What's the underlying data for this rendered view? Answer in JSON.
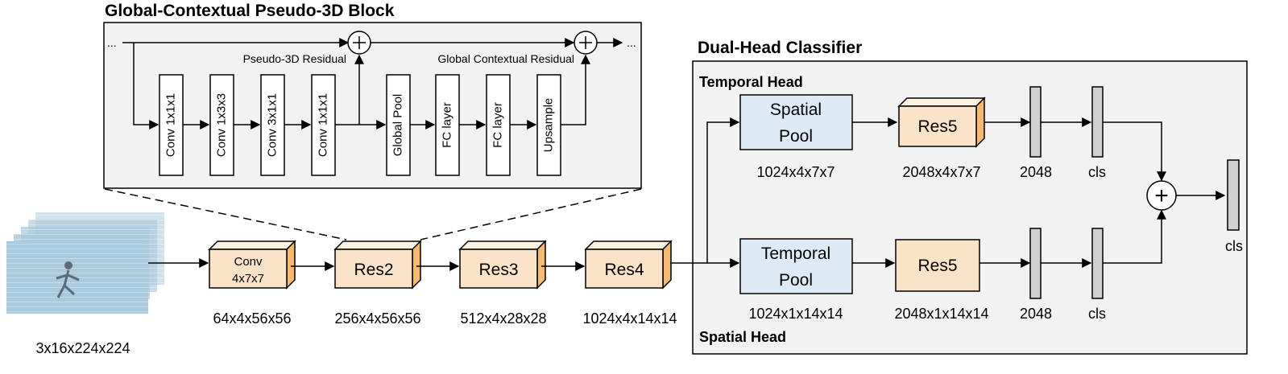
{
  "gcp_block": {
    "title": "Global-Contextual Pseudo-3D Block",
    "ellipsis_left": "...",
    "ellipsis_right": "...",
    "pseudo3d_residual_label": "Pseudo-3D Residual",
    "global_contextual_residual_label": "Global Contextual Residual",
    "layers": [
      "Conv 1x1x1",
      "Conv 1x3x3",
      "Conv 3x1x1",
      "Conv 1x1x1",
      "Global Pool",
      "FC layer",
      "FC layer",
      "Upsample"
    ]
  },
  "backbone": {
    "input_size": "3x16x224x224",
    "stages": [
      {
        "label_line1": "Conv",
        "label_line2": "4x7x7",
        "size": "64x4x56x56"
      },
      {
        "label_line1": "Res2",
        "label_line2": "",
        "size": "256x4x56x56"
      },
      {
        "label_line1": "Res3",
        "label_line2": "",
        "size": "512x4x28x28"
      },
      {
        "label_line1": "Res4",
        "label_line2": "",
        "size": "1024x4x14x14"
      }
    ]
  },
  "classifier": {
    "title": "Dual-Head Classifier",
    "temporal_head": {
      "title": "Temporal Head",
      "pool_line1": "Spatial",
      "pool_line2": "Pool",
      "pool_size": "1024x4x7x7",
      "res_label": "Res5",
      "res_size": "2048x4x7x7",
      "feat_size": "2048",
      "cls_label": "cls"
    },
    "spatial_head": {
      "title": "Spatial Head",
      "pool_line1": "Temporal",
      "pool_line2": "Pool",
      "pool_size": "1024x1x14x14",
      "res_label": "Res5",
      "res_size": "2048x1x14x14",
      "feat_size": "2048",
      "cls_label": "cls"
    },
    "fusion_symbol": "+",
    "output_label": "cls"
  },
  "colors": {
    "block_fill": "#f2f2f2",
    "res_front": "#fbe3c8",
    "res_top": "#fef1e0",
    "res_side": "#f5b971",
    "pool_fill": "#deebf7",
    "vector_fill": "#d0d0d0"
  }
}
